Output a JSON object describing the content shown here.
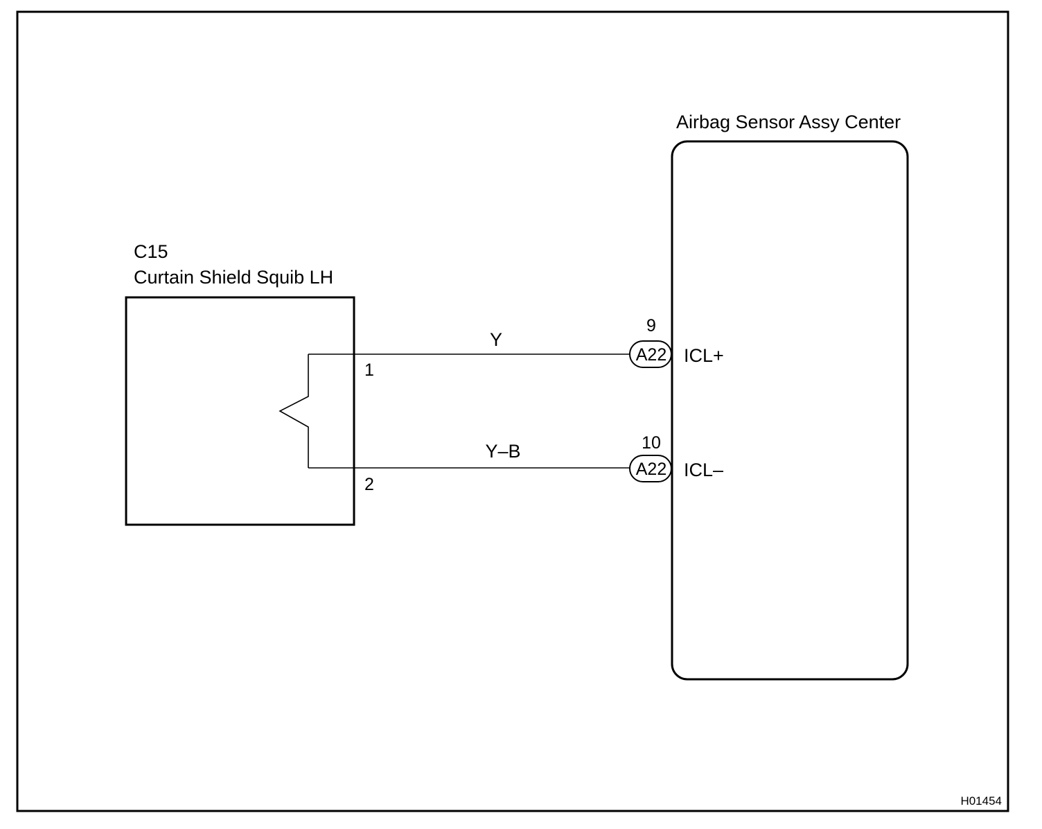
{
  "diagram_code": "H01454",
  "squib": {
    "code": "C15",
    "name": "Curtain Shield Squib LH",
    "pins": [
      {
        "number": "1"
      },
      {
        "number": "2"
      }
    ]
  },
  "sensor": {
    "name": "Airbag Sensor Assy Center",
    "terminals": [
      {
        "pin": "9",
        "connector": "A22",
        "signal": "ICL+"
      },
      {
        "pin": "10",
        "connector": "A22",
        "signal": "ICL–"
      }
    ]
  },
  "wires": [
    {
      "color_code": "Y"
    },
    {
      "color_code": "Y–B"
    }
  ]
}
